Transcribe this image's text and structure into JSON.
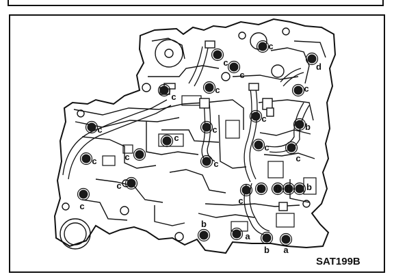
{
  "figure": {
    "reference_code": "SAT199B",
    "colors": {
      "ink": "#111111",
      "paper": "#ffffff",
      "bolt": "#1a1a1a"
    }
  },
  "bolt_labels": {
    "label_a": "a",
    "label_b": "b",
    "label_c": "c",
    "label_d": "d"
  },
  "bolts": [
    {
      "type": "c"
    },
    {
      "type": "c"
    },
    {
      "type": "d"
    },
    {
      "type": "c"
    },
    {
      "type": "c"
    },
    {
      "type": "c"
    },
    {
      "type": "c"
    },
    {
      "type": "c"
    },
    {
      "type": "c"
    },
    {
      "type": "c"
    },
    {
      "type": "c"
    },
    {
      "type": "b"
    },
    {
      "type": "c"
    },
    {
      "type": "c"
    },
    {
      "type": "c"
    },
    {
      "type": "c"
    },
    {
      "type": "c"
    },
    {
      "type": "c"
    },
    {
      "type": "c"
    },
    {
      "type": "c"
    },
    {
      "type": "b"
    },
    {
      "type": "b"
    },
    {
      "type": "b"
    },
    {
      "type": "b"
    },
    {
      "type": "b"
    },
    {
      "type": "a"
    },
    {
      "type": "b"
    },
    {
      "type": "a"
    }
  ]
}
